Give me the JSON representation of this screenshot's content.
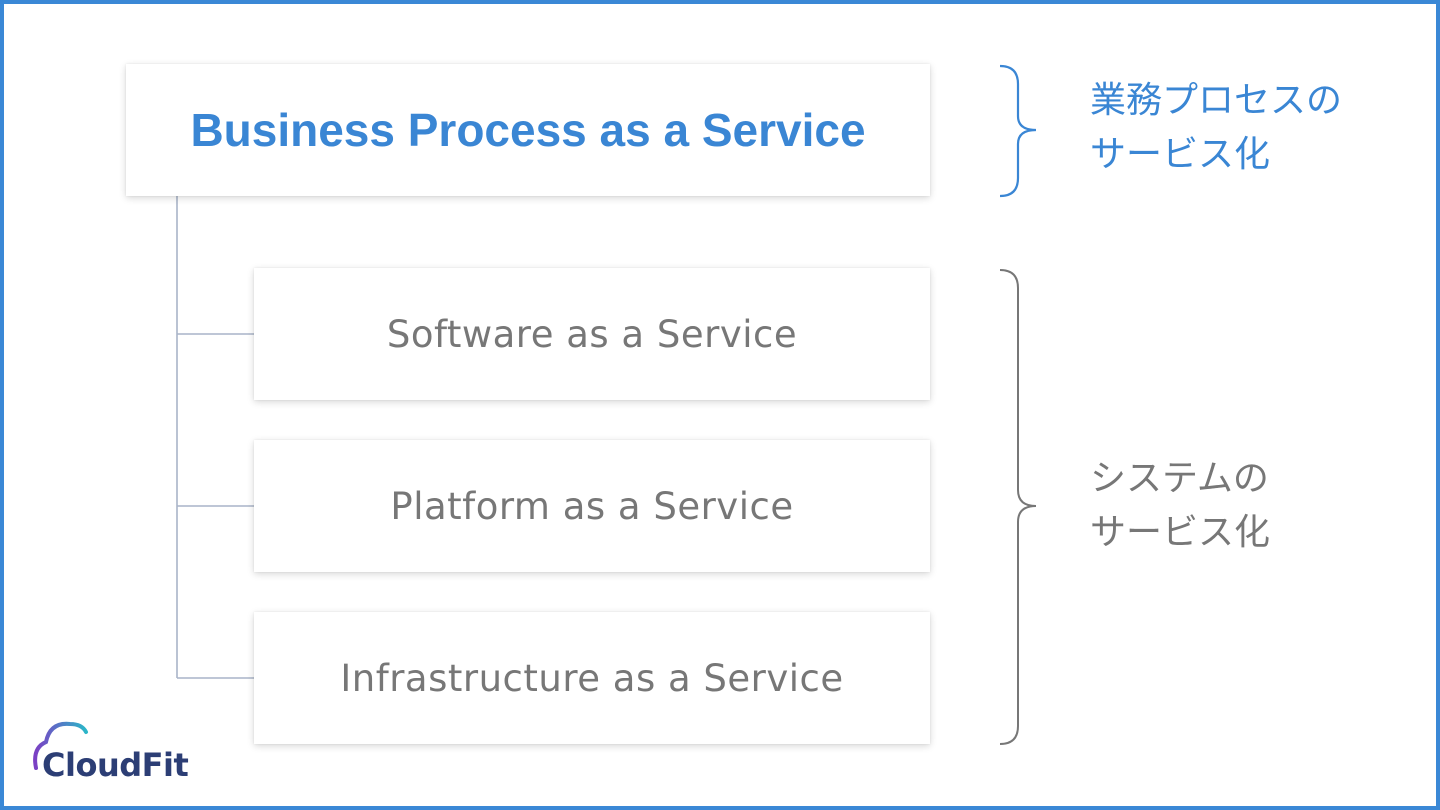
{
  "layers": {
    "bpaas": "Business Process as a Service",
    "saas": "Software as a Service",
    "paas": "Platform as a Service",
    "iaas": "Infrastructure as a Service"
  },
  "braces": {
    "top_label_line1": "業務プロセスの",
    "top_label_line2": "サービス化",
    "bottom_label_line1": "システムの",
    "bottom_label_line2": "サービス化"
  },
  "logo": {
    "text": "CloudFit"
  },
  "colors": {
    "accent": "#3a86d4",
    "frame": "#3a88d6",
    "muted_text": "#777777",
    "connector": "#a9b4c8",
    "logo_text": "#2c3e75"
  }
}
